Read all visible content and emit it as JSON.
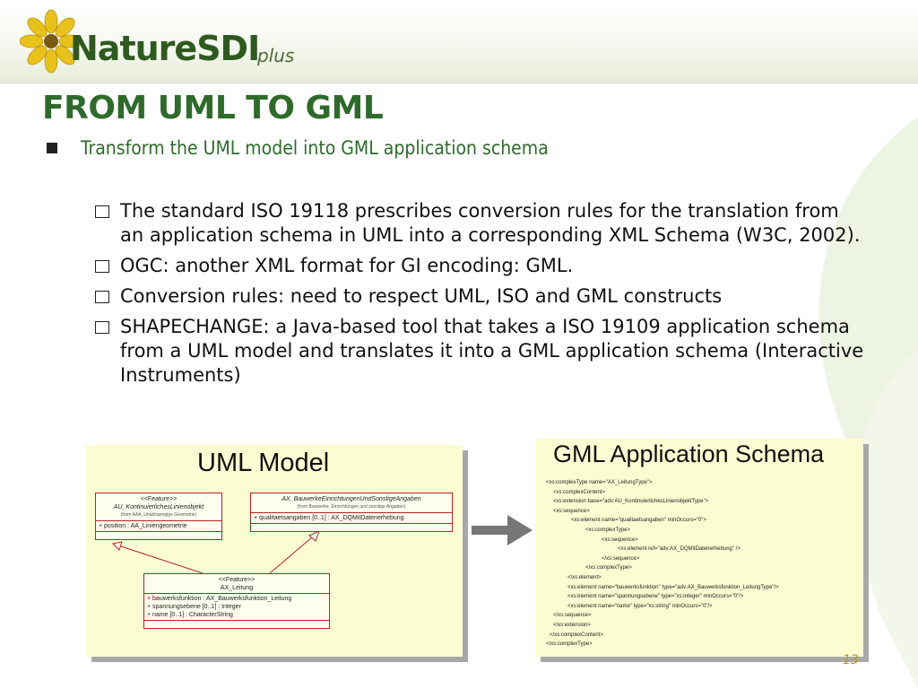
{
  "brand": {
    "name_a": "Nature",
    "name_b": "SDI",
    "name_suffix": "plus",
    "color": "#2e5a1f"
  },
  "slide": {
    "title": "FROM UML TO GML",
    "subtitle": "Transform the UML model into GML application schema",
    "bullets": [
      "The standard ISO 19118 prescribes conversion rules for the translation from an application schema in UML into a corresponding XML Schema (W3C, 2002).",
      "OGC: another XML format for GI encoding: GML.",
      "Conversion rules: need to respect UML, ISO and GML constructs",
      "SHAPECHANGE: a Java-based tool that takes a ISO 19109 application schema from a UML model and translates it into a GML application schema (Interactive Instruments)"
    ],
    "page_number": "13",
    "title_color": "#2e6b2a",
    "page_number_color": "#b8952a"
  },
  "uml_panel": {
    "title": "UML Model",
    "class_left": {
      "stereotype": "<<Feature>>",
      "name": "AU_KontinuierlichesLinienobjekt",
      "origin": "(from AAA_Unabhaengige Geometrie)",
      "attributes": [
        "+ position : AA_Liniengeometrie"
      ]
    },
    "class_right": {
      "name": "AX_BauwerkeEinrichtungenUndSonstigeAngaben",
      "origin": "(from Bauwerke, Einrichtungen und sonstige Angaben)",
      "attributes": [
        "+ qualitaetsangaben [0..1] : AX_DQMitDatenerhebung"
      ]
    },
    "class_bottom": {
      "stereotype": "<<Feature>>",
      "name": "AX_Leitung",
      "attributes": [
        "+ bauwerksfunktion : AX_Bauwerksfunktion_Leitung",
        "+ spannungsebene [0..1] : Integer",
        "+ name [0..1] : CharacterString"
      ]
    }
  },
  "gml_panel": {
    "title": "GML Application Schema",
    "code_lines": [
      "<xs:complexType name=\"AX_LeitungType\">",
      "<xs:complexContent>",
      "<xs:extension base=\"adv:AU_KontinuierlichesLinienobjektType\">",
      "<xs:sequence>",
      "<xs:element name=\"qualitaetsangaben\" minOccurs=\"0\">",
      "<xs:complexType>",
      "<xs:sequence>",
      "<xs:element ref=\"adv:AX_DQMitDatenerhebung\" />",
      "</xs:sequence>",
      "</xs:complexType>",
      "</xs:element>",
      "<xs:element name=\"bauwerksfunktion\" type=\"adv:AX_Bauwerksfunktion_LeitungType\"/>",
      "<xs:element name=\"spannungsebene\" type=\"xs:integer\" minOccurs=\"0\"/>",
      "<xs:element name=\"name\" type=\"xs:string\" minOccurs=\"0\"/>",
      "</xs:sequence>",
      "</xs:extension>",
      "</xs:complexContent>",
      "</xs:complexType>"
    ]
  }
}
